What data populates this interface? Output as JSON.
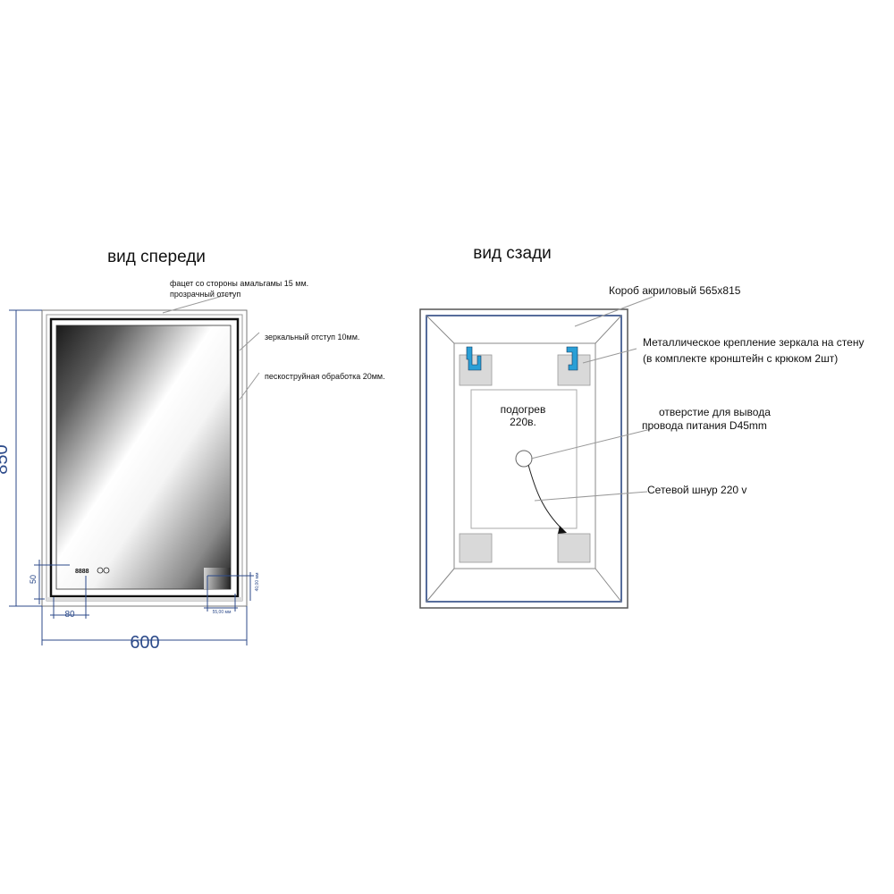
{
  "front_view": {
    "title": "вид спереди",
    "callouts": {
      "facet_line1": "фацет со стороны амальгамы 15 мм.",
      "facet_line2": "прозрачный отступ",
      "mirror_margin": "зеркальный отступ 10мм.",
      "sandblast": "пескоструйная обработка 20мм."
    },
    "display_digits": "8888",
    "dimensions": {
      "height": "850",
      "width": "600",
      "bottom_offset": "50",
      "left_offset": "80",
      "small_h": "40,00 мм",
      "small_w": "55,00 мм"
    }
  },
  "back_view": {
    "title": "вид сзади",
    "callouts": {
      "box": "Короб акриловый 565х815",
      "mount_line1": "Металлическое крепление зеркала на стену",
      "mount_line2": "(в комплекте кронштейн с крюком 2шт)",
      "hole_line1": "отверстие для вывода",
      "hole_line2": "провода питания D45mm",
      "cord": "Сетевой шнур 220 v"
    },
    "heater_line1": "подогрев",
    "heater_line2": "220в."
  },
  "colors": {
    "dimension": "#2c4a8a",
    "hook": "#2a9fd6",
    "text": "#111111"
  }
}
